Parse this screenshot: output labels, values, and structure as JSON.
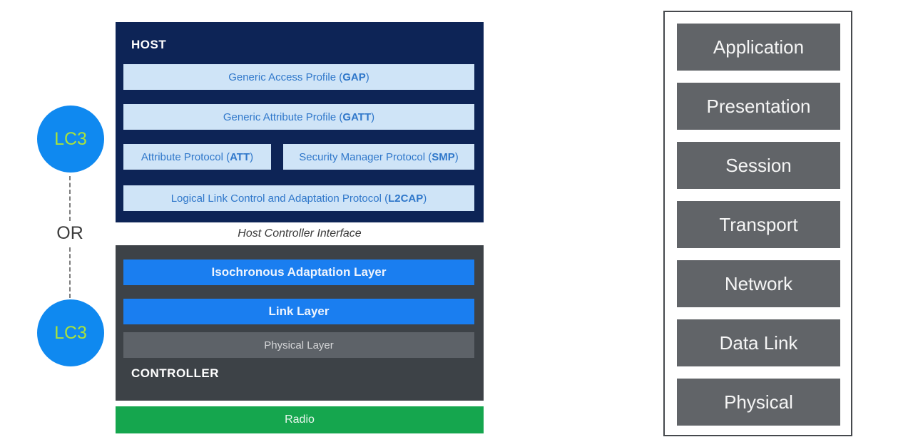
{
  "colors": {
    "host_navy": "#0d2456",
    "host_row_bg": "#cfe4f7",
    "host_row_text": "#2f77ca",
    "controller_gray": "#3d4247",
    "layer_blue": "#1a7ef0",
    "layer_gray": "#5d6268",
    "radio_green": "#15a64e",
    "lc3_circle_blue": "#0f89f0",
    "lc3_text_green": "#a9e23c",
    "osi_layer_gray": "#616468"
  },
  "left_stack": {
    "lc3_top_label": "LC3",
    "lc3_bottom_label": "LC3",
    "or_label": "OR",
    "host": {
      "title": "HOST",
      "rows": [
        {
          "pre": "Generic Access Profile (",
          "abbr": "GAP",
          "post": ")"
        },
        {
          "pre": "Generic Attribute Profile (",
          "abbr": "GATT",
          "post": ")"
        },
        {
          "pre": "Attribute Protocol (",
          "abbr": "ATT",
          "post": ")"
        },
        {
          "pre": "Security Manager Protocol (",
          "abbr": "SMP",
          "post": ")"
        },
        {
          "pre": "Logical Link Control and Adaptation Protocol (",
          "abbr": "L2CAP",
          "post": ")"
        }
      ]
    },
    "hci_label": "Host Controller Interface",
    "controller": {
      "title": "CONTROLLER",
      "layers": [
        {
          "label": "Isochronous Adaptation Layer",
          "style": "blue"
        },
        {
          "label": "Link Layer",
          "style": "blue"
        },
        {
          "label": "Physical Layer",
          "style": "gray"
        }
      ]
    },
    "radio_label": "Radio"
  },
  "right_stack": {
    "layers": [
      "Application",
      "Presentation",
      "Session",
      "Transport",
      "Network",
      "Data Link",
      "Physical"
    ]
  }
}
